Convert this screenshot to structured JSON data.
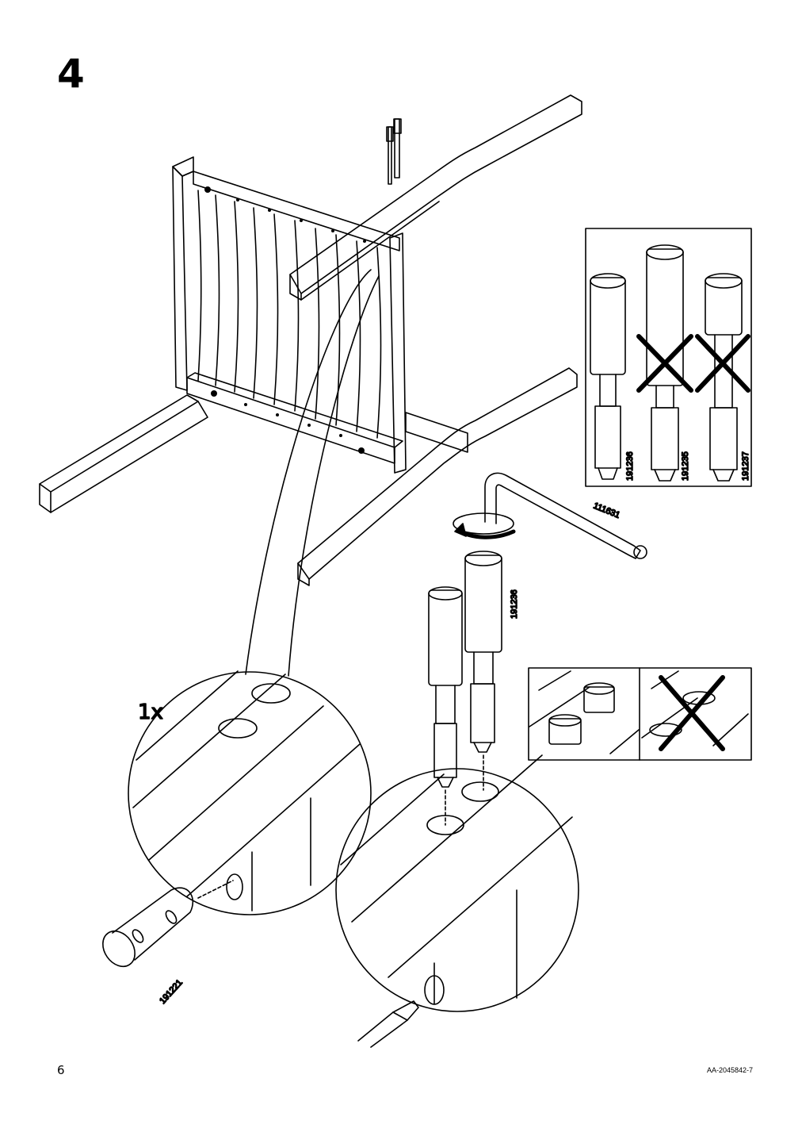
{
  "step": {
    "number": "4"
  },
  "quantity": "1x",
  "parts": {
    "bolt_main": "191236",
    "bolt_wrong_1": "191235",
    "bolt_wrong_2": "191237",
    "bolt_detail": "191236",
    "allen_key": "111631",
    "dowel": "191221"
  },
  "footer": {
    "page_number": "6",
    "document_code": "AA-2045842-7"
  },
  "icons": [
    "check-correct",
    "cross-wrong",
    "rotate-arrow-icon",
    "allen-key-icon",
    "screwdriver-icon"
  ]
}
